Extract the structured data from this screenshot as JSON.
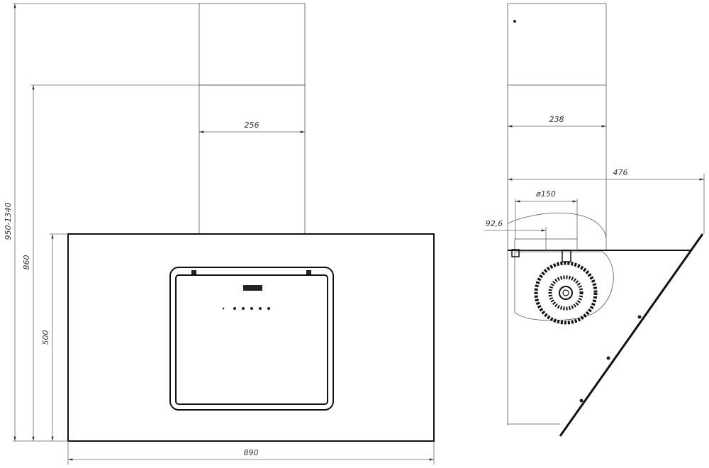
{
  "drawing": {
    "front_view": {
      "dimensions": {
        "chimney_width": "256",
        "total_width": "890",
        "total_height_range": "950-1340",
        "min_height": "860",
        "body_height": "500"
      }
    },
    "side_view": {
      "dimensions": {
        "chimney_depth": "238",
        "total_depth": "476",
        "duct_diameter": "ø150",
        "duct_offset": "92,6"
      }
    }
  }
}
